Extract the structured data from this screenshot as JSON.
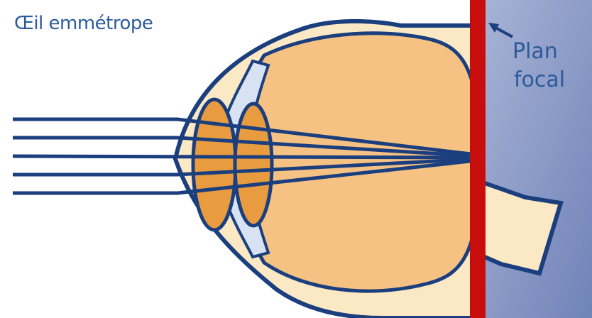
{
  "title": "Œil emmétrope",
  "annotation": {
    "line1": "Plan",
    "line2": "focal"
  },
  "colors": {
    "background": "#ffffff",
    "outline": "#1b3f7e",
    "inner_fill": "#f5c284",
    "sclera_fill": "#fbe8c4",
    "lens_fill": "#e99c3f",
    "cornea_fill": "#d7e2f2",
    "focal_plane": "#c80d0d",
    "right_panel_top": "#a9b4d6",
    "right_panel_bottom": "#7083b8",
    "label_text": "#2c5b9a"
  },
  "icons": {
    "arrow": "pointer-arrow-to-focal-plane"
  }
}
